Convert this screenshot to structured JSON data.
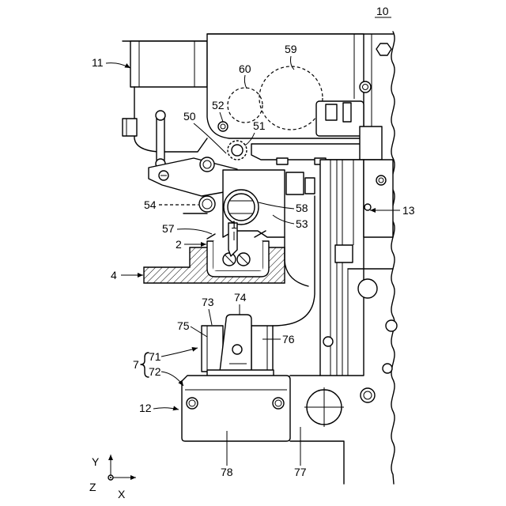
{
  "figure": {
    "number": "10"
  },
  "labels": {
    "r11": "11",
    "r59": "59",
    "r60": "60",
    "r52": "52",
    "r50": "50",
    "r51": "51",
    "r13": "13",
    "r54": "54",
    "r58": "58",
    "r53": "53",
    "r57": "57",
    "r1": "1",
    "r2": "2",
    "r4": "4",
    "r73": "73",
    "r74": "74",
    "r75": "75",
    "r76": "76",
    "r7": "7",
    "r71": "71",
    "r72": "72",
    "r12": "12",
    "r78": "78",
    "r77": "77"
  },
  "axes": {
    "y": "Y",
    "z": "Z",
    "x": "X"
  }
}
